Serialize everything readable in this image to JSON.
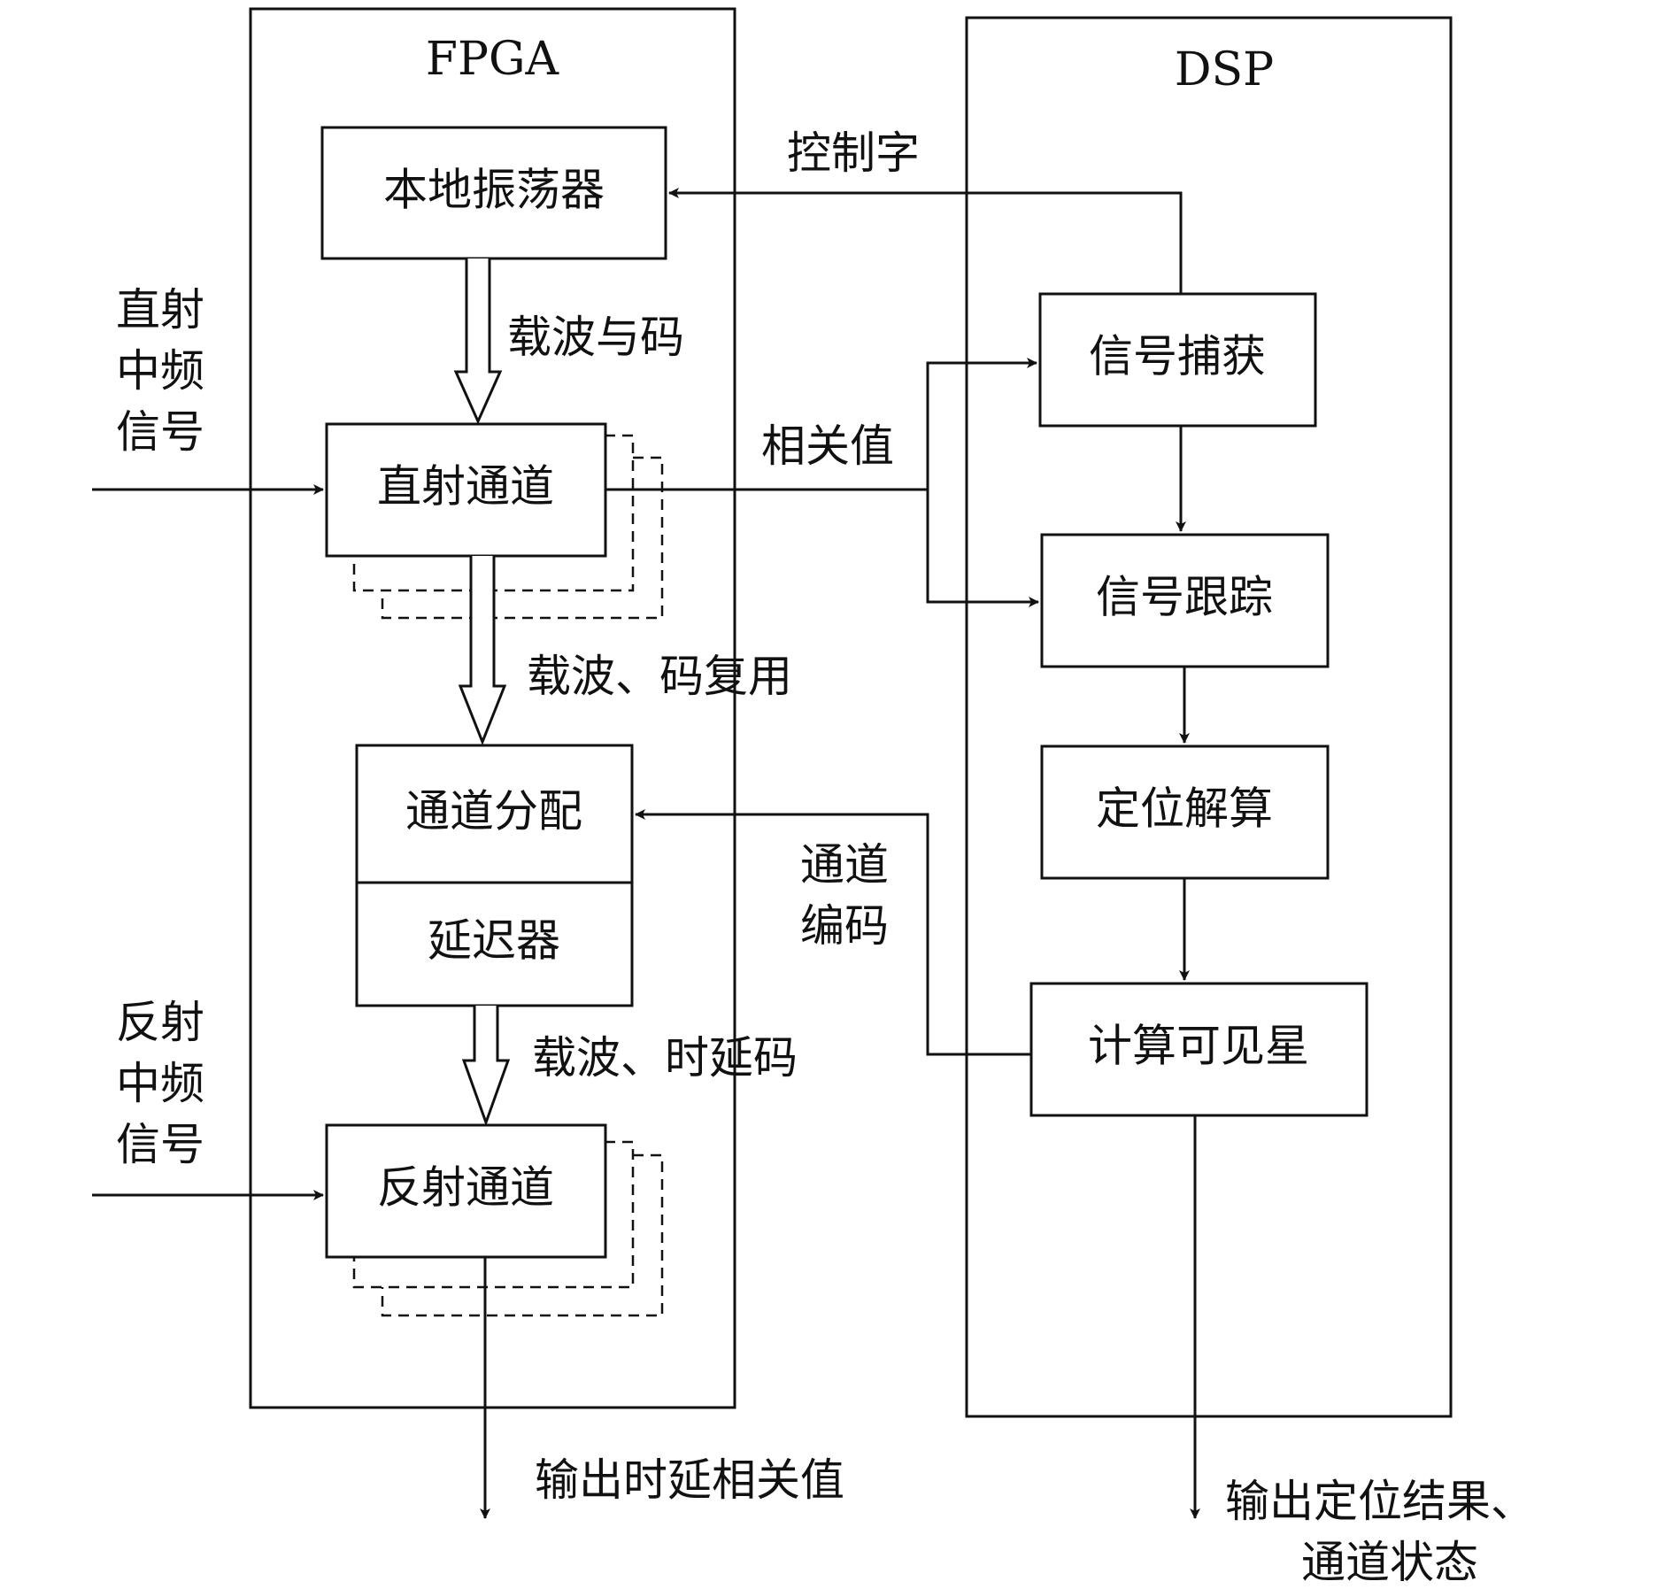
{
  "containers": {
    "fpga_label": "FPGA",
    "dsp_label": "DSP"
  },
  "blocks": {
    "local_oscillator": "本地振荡器",
    "direct_channel": "直射通道",
    "channel_allocation": "通道分配",
    "delayer": "延迟器",
    "reflected_channel": "反射通道",
    "signal_acquisition": "信号捕获",
    "signal_tracking": "信号跟踪",
    "position_solution": "定位解算",
    "compute_visible_satellites": "计算可见星"
  },
  "inputs": {
    "direct_if_signal": [
      "直射",
      "中频",
      "信号"
    ],
    "reflected_if_signal": [
      "反射",
      "中频",
      "信号"
    ]
  },
  "edge_labels": {
    "control_word": "控制字",
    "carrier_and_code": "载波与码",
    "correlation_value": "相关值",
    "carrier_code_reuse": "载波、码复用",
    "channel_code": [
      "通道",
      "编码"
    ],
    "carrier_delay_code": "载波、时延码"
  },
  "outputs": {
    "delay_correlation_output": "输出时延相关值",
    "position_result_output": [
      "输出定位结果、",
      "通道状态"
    ]
  }
}
